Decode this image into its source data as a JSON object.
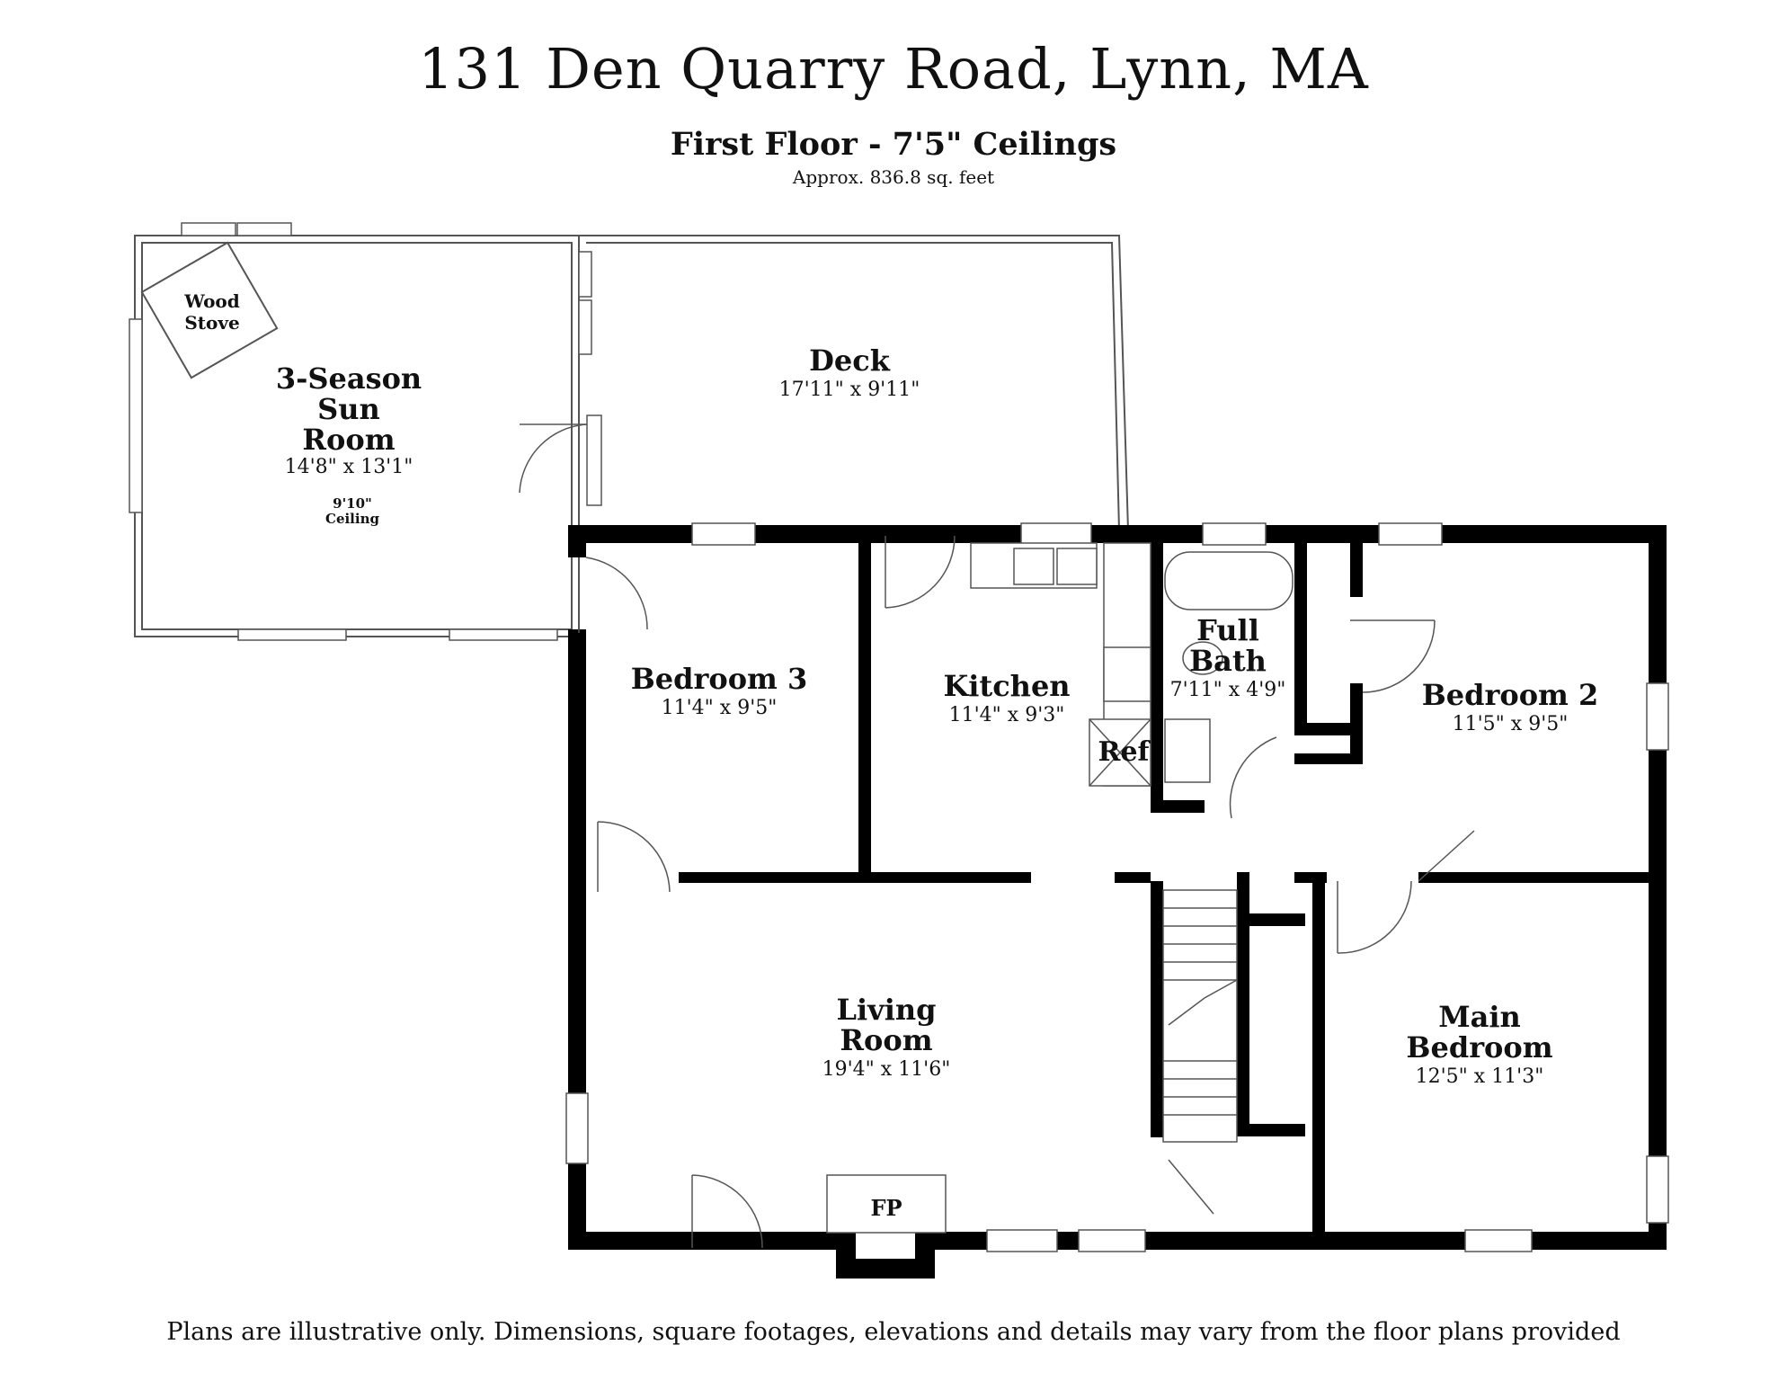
{
  "header": {
    "address": "131 Den Quarry Road, Lynn, MA",
    "floor": "First Floor - 7'5\" Ceilings",
    "area": "Approx. 836.8 sq. feet"
  },
  "rooms": {
    "sunroom": {
      "name1": "3-Season",
      "name2": "Sun",
      "name3": "Room",
      "dims": "14'8\" x 13'1\"",
      "note1": "9'10\"",
      "note2": "Ceiling"
    },
    "woodstove": {
      "line1": "Wood",
      "line2": "Stove"
    },
    "deck": {
      "name": "Deck",
      "dims": "17'11\" x 9'11\""
    },
    "bedroom3": {
      "name": "Bedroom 3",
      "dims": "11'4\" x 9'5\""
    },
    "kitchen": {
      "name": "Kitchen",
      "dims": "11'4\" x 9'3\""
    },
    "fullbath": {
      "name1": "Full",
      "name2": "Bath",
      "dims": "7'11\" x 4'9\""
    },
    "bedroom2": {
      "name": "Bedroom 2",
      "dims": "11'5\" x 9'5\""
    },
    "ref": {
      "label": "Ref"
    },
    "livingroom": {
      "name1": "Living",
      "name2": "Room",
      "dims": "19'4\" x 11'6\""
    },
    "mainbedroom": {
      "name1": "Main",
      "name2": "Bedroom",
      "dims": "12'5\" x 11'3\""
    },
    "fireplace": {
      "label": "FP"
    }
  },
  "footer": {
    "disclaimer": "Plans are illustrative only. Dimensions, square footages, elevations and details may vary from the floor plans provided"
  },
  "colors": {
    "wall": "#000000",
    "line": "#555555",
    "background": "#ffffff"
  }
}
